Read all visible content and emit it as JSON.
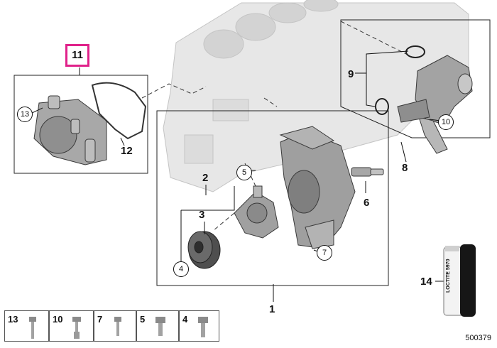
{
  "diagram": {
    "highlight_callout": "11",
    "callouts": {
      "c1": "1",
      "c2": "2",
      "c3": "3",
      "c4": "4",
      "c5": "5",
      "c6": "6",
      "c7": "7",
      "c8": "8",
      "c9": "9",
      "c10": "10",
      "c12": "12",
      "c13": "13",
      "c14": "14"
    },
    "sealant_label": "LOCTITE 5970",
    "bolt_strip": [
      "13",
      "10",
      "7",
      "5",
      "4"
    ],
    "diagram_id": "500379"
  },
  "colors": {
    "highlight": "#e0218a",
    "line": "#111111",
    "part_fill": "#a9a9a9",
    "block_fill": "#e6e6e6"
  }
}
